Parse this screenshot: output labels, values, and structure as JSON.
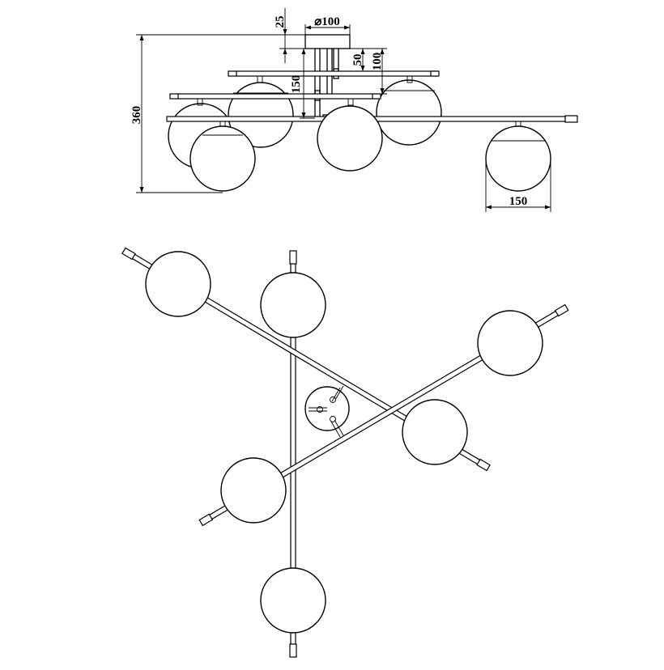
{
  "dimensions": {
    "canopy_height": "25",
    "canopy_diameter": "⌀100",
    "offset_50": "50",
    "offset_100": "100",
    "offset_150": "150",
    "total_height": "360",
    "globe_diameter": "150"
  },
  "colors": {
    "line": "#000000",
    "background": "#ffffff"
  }
}
